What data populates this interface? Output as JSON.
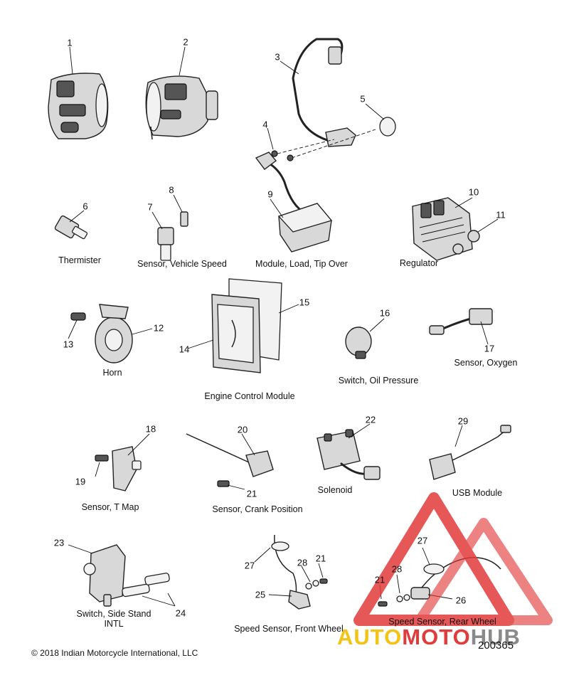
{
  "diagram": {
    "callouts": [
      {
        "n": "1"
      },
      {
        "n": "2"
      },
      {
        "n": "3"
      },
      {
        "n": "4"
      },
      {
        "n": "5"
      },
      {
        "n": "6"
      },
      {
        "n": "7"
      },
      {
        "n": "8"
      },
      {
        "n": "9"
      },
      {
        "n": "10"
      },
      {
        "n": "11"
      },
      {
        "n": "12"
      },
      {
        "n": "13"
      },
      {
        "n": "14"
      },
      {
        "n": "15"
      },
      {
        "n": "16"
      },
      {
        "n": "17"
      },
      {
        "n": "18"
      },
      {
        "n": "19"
      },
      {
        "n": "20"
      },
      {
        "n": "21"
      },
      {
        "n": "22"
      },
      {
        "n": "29"
      },
      {
        "n": "23"
      },
      {
        "n": "27"
      },
      {
        "n": "28"
      },
      {
        "n": "21"
      },
      {
        "n": "25"
      },
      {
        "n": "27"
      },
      {
        "n": "21"
      },
      {
        "n": "28"
      },
      {
        "n": "26"
      },
      {
        "n": "24"
      }
    ],
    "captions": [
      {
        "text": "Thermister"
      },
      {
        "text": "Sensor, Vehicle Speed"
      },
      {
        "text": "Module, Load, Tip Over"
      },
      {
        "text": "Regulator"
      },
      {
        "text": "Horn"
      },
      {
        "text": "Engine Control Module"
      },
      {
        "text": "Switch, Oil Pressure"
      },
      {
        "text": "Sensor, Oxygen"
      },
      {
        "text": "Sensor, T Map"
      },
      {
        "text": "Sensor, Crank Position"
      },
      {
        "text": "Solenoid"
      },
      {
        "text": "USB Module"
      },
      {
        "text": "Switch, Side Stand\nINTL"
      },
      {
        "text": "Speed Sensor, Front Wheel"
      },
      {
        "text": "Speed Sensor, Rear Wheel"
      }
    ],
    "copyright": "© 2018 Indian Motorcycle International, LLC",
    "diagram_id": "200365"
  },
  "watermark": {
    "text_a": "AUTO",
    "text_b": "MOTO",
    "text_c": "HUB",
    "color_red": "#e23b3b",
    "color_yellow": "#f2c418",
    "color_gray": "#8a8a8a"
  }
}
